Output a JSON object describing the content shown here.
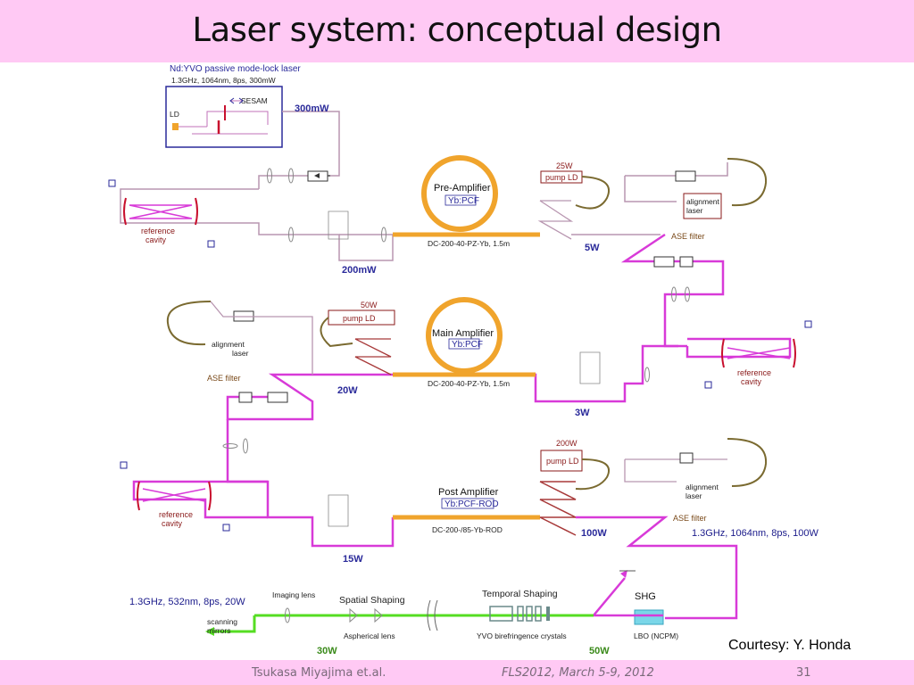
{
  "slide": {
    "title": "Laser system: conceptual design",
    "courtesy": "Courtesy: Y. Honda",
    "footer": {
      "author": "Tsukasa Miyajima et.al.",
      "conference": "FLS2012, March 5-9, 2012",
      "page": "31"
    }
  },
  "diagram": {
    "oscillator": {
      "title": "Nd:YVO passive mode-lock laser",
      "spec": "1.3GHz, 1064nm, 8ps, 300mW",
      "sesam": "SESAM",
      "ld": "LD"
    },
    "power_labels": {
      "p300mw": "300mW",
      "p200mw": "200mW",
      "p5w": "5W",
      "p20w": "20W",
      "p3w": "3W",
      "p15w": "15W",
      "p100w": "100W",
      "p30w": "30W",
      "p50w": "50W"
    },
    "pre_amplifier": {
      "name": "Pre-Amplifier",
      "material": "Yb:PCF",
      "fiber": "DC-200-40-PZ-Yb, 1.5m",
      "pump_power": "25W",
      "pump": "pump LD"
    },
    "main_amplifier": {
      "name": "Main Amplifier",
      "material": "Yb:PCF",
      "fiber": "DC-200-40-PZ-Yb, 1.5m",
      "pump_power": "50W",
      "pump": "pump LD"
    },
    "post_amplifier": {
      "name": "Post Amplifier",
      "material": "Yb:PCF-ROD",
      "fiber": "DC-200-/85-Yb-ROD",
      "pump_power": "200W",
      "pump": "pump LD"
    },
    "reference_cavity": {
      "line1": "reference",
      "line2": "cavity"
    },
    "alignment_laser": {
      "line1": "alignment",
      "line2": "laser"
    },
    "ase_filter": "ASE filter",
    "output_ir": "1.3GHz, 1064nm, 8ps, 100W",
    "output_green": "1.3GHz, 532nm, 8ps, 20W",
    "shg": {
      "label": "SHG",
      "crystal": "LBO (NCPM)"
    },
    "temporal_shaping": {
      "label": "Temporal Shaping",
      "crystals": "YVO birefringence crystals"
    },
    "spatial_shaping": {
      "label": "Spatial Shaping",
      "imaging_lens": "Imaging lens",
      "aspherical_lens": "Aspherical lens"
    },
    "scanning_mirrors": {
      "line1": "scanning",
      "line2": "mirrors"
    }
  },
  "colors": {
    "title_bar": "#ffc9f4",
    "magenta_beam": "#d83ad8",
    "pink_beam": "#b896b0",
    "green_beam": "#55dd22",
    "fiber_orange": "#f0a42c",
    "power_label": "#2a2a9a"
  }
}
